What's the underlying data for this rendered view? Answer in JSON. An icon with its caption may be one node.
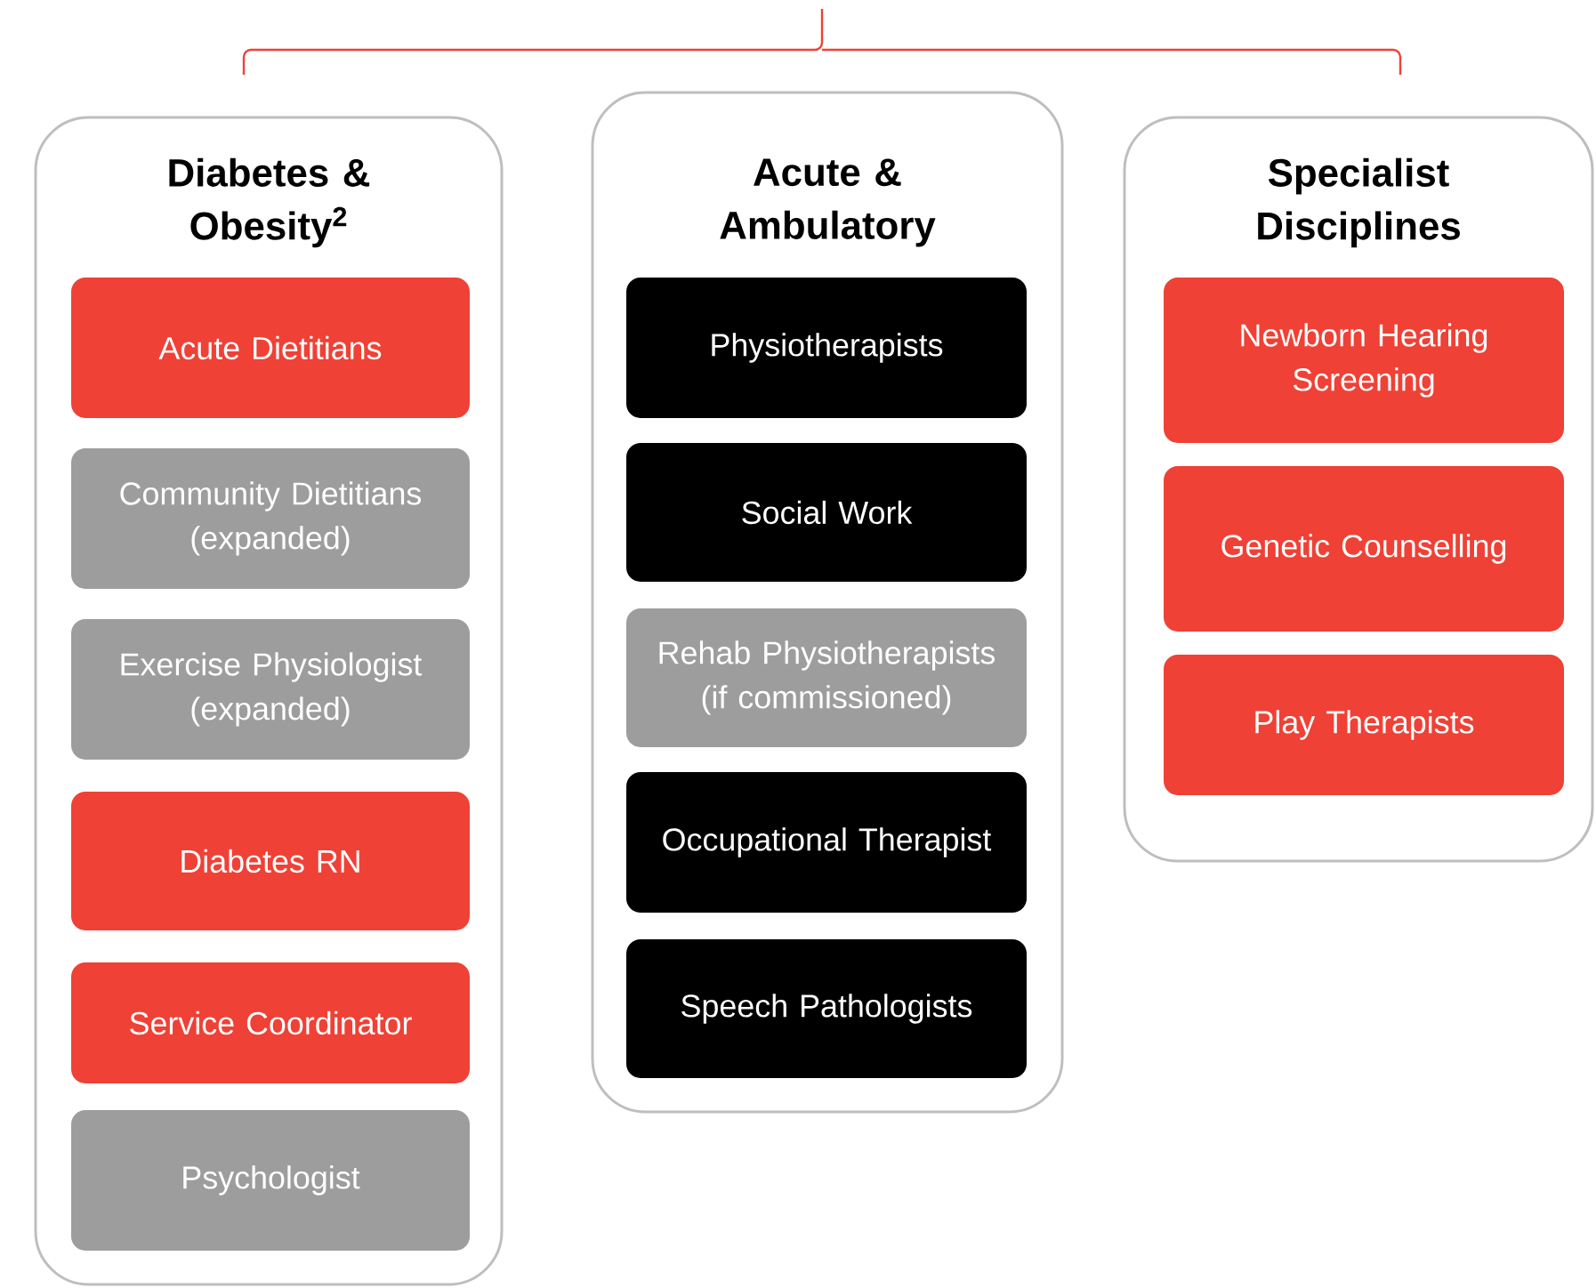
{
  "diagram": {
    "nodes": [
      {
        "text": [
          "Diabetes & Obesity$^{2}$"
        ]
      },
      {
        "text": [
          "Acute Dietitians"
        ],
        "in": 0
      },
      {
        "text": [
          "Community Dietitians (expanded)"
        ],
        "in": 0
      },
      {
        "text": [
          "Exercise Physiologist (expanded)"
        ],
        "in": 0
      },
      {
        "text": [
          "Diabetes RN"
        ],
        "in": 0
      },
      {
        "text": [
          "Service Coordinator"
        ],
        "in": 0
      },
      {
        "text": [
          "Psychologist"
        ],
        "in": 0
      },
      {
        "text": [
          "Acute & Ambulatory"
        ]
      },
      {
        "text": [
          "Physiotherapists"
        ],
        "in": 7
      },
      {
        "text": [
          "Social Work"
        ],
        "in": 7
      },
      {
        "text": [
          "Rehab Physiotherapists (if commissioned)"
        ],
        "in": 7
      },
      {
        "text": [
          "Occupational Therapist"
        ],
        "in": 7
      },
      {
        "text": [
          "Speech Pathologists"
        ],
        "in": 7
      },
      {
        "text": [
          "Specialist Disciplines"
        ]
      },
      {
        "text": [
          "Newborn Hearing Screening"
        ],
        "in": 13
      },
      {
        "text": [
          "Genetic Counselling"
        ],
        "in": 13
      },
      {
        "text": [
          "Play Therapists"
        ],
        "in": 13
      }
    ]
  }
}
